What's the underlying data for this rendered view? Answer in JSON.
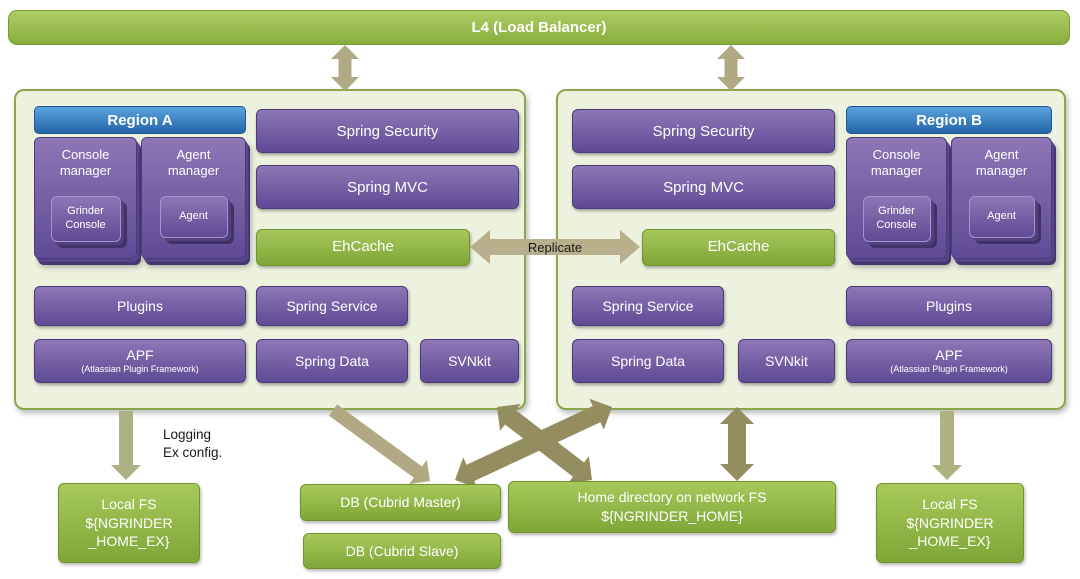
{
  "title_bar": {
    "label": "L4 (Load Balancer)"
  },
  "region_a": {
    "title": "Region A",
    "console_manager": "Console\nmanager",
    "grinder_console": "Grinder\nConsole",
    "agent_manager": "Agent\nmanager",
    "agent": "Agent",
    "spring_security": "Spring Security",
    "spring_mvc": "Spring MVC",
    "ehcache": "EhCache",
    "plugins": "Plugins",
    "spring_service": "Spring Service",
    "apf_title": "APF",
    "apf_subtitle": "(Atlassian Plugin Framework)",
    "spring_data": "Spring Data",
    "svnkit": "SVNkit"
  },
  "region_b": {
    "title": "Region B",
    "console_manager": "Console\nmanager",
    "grinder_console": "Grinder\nConsole",
    "agent_manager": "Agent\nmanager",
    "agent": "Agent",
    "spring_security": "Spring Security",
    "spring_mvc": "Spring MVC",
    "ehcache": "EhCache",
    "plugins": "Plugins",
    "spring_service": "Spring Service",
    "apf_title": "APF",
    "apf_subtitle": "(Atlassian Plugin Framework)",
    "spring_data": "Spring Data",
    "svnkit": "SVNkit"
  },
  "replicate": {
    "label": "Replicate"
  },
  "annotations": {
    "logging": "Logging\nEx config."
  },
  "storage": {
    "local_fs_left": "Local FS\n${NGRINDER\n_HOME_EX}",
    "db_master": "DB (Cubrid Master)",
    "db_slave": "DB (Cubrid Slave)",
    "network_home": "Home directory on network FS\n${NGRINDER_HOME}",
    "local_fs_right": "Local FS\n${NGRINDER\n_HOME_EX}"
  },
  "colors": {
    "green": "#8db843",
    "purple": "#6f5aa0",
    "blue": "#2f77bd",
    "panel_bg": "#edf2df",
    "arrow_light": "#b1a983",
    "arrow_dark": "#938d60"
  }
}
